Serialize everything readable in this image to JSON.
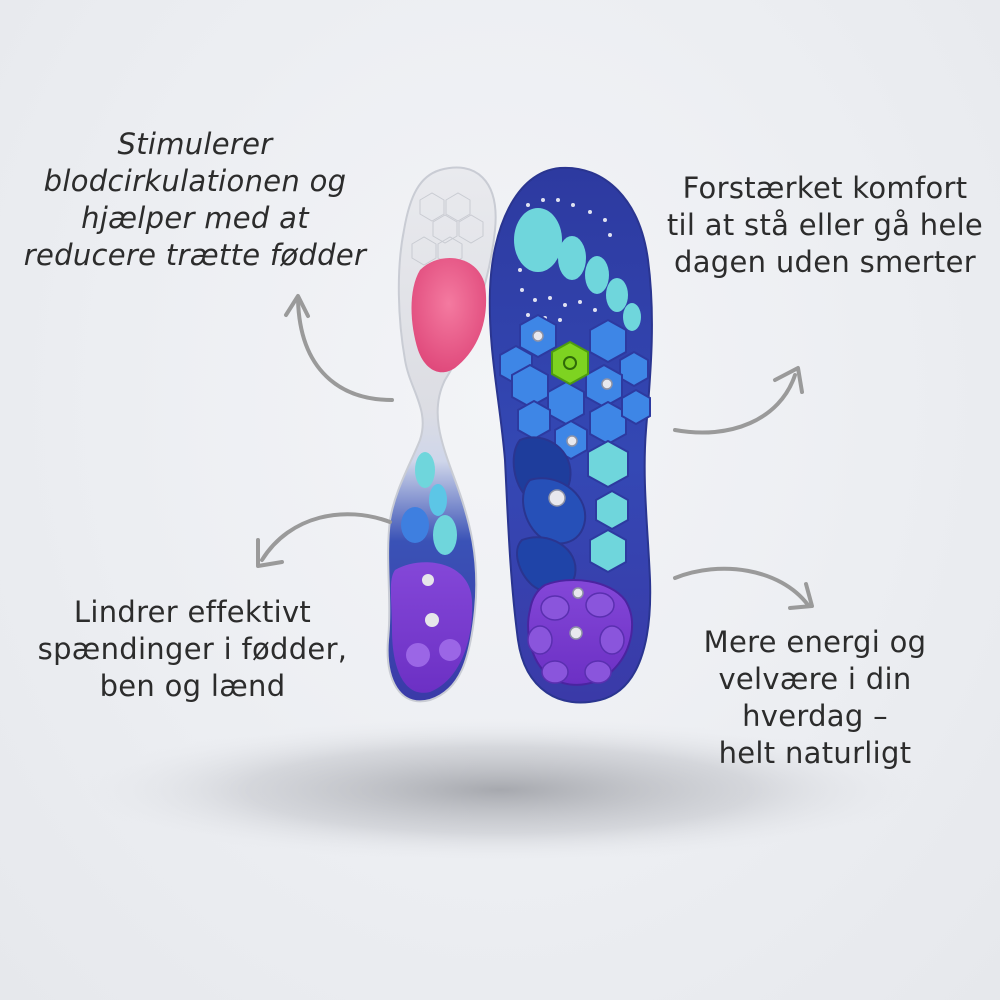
{
  "captions": {
    "top_left": {
      "lines": [
        "Stimulerer",
        "blodcirkulationen og",
        "hjælper med at",
        "reducere trætte fødder"
      ]
    },
    "top_right": {
      "lines": [
        "Forstærket komfort",
        "til at stå eller gå hele",
        "dagen uden smerter"
      ]
    },
    "bottom_left": {
      "lines": [
        "Lindrer effektivt",
        "spændinger i fødder,",
        "ben og lænd"
      ]
    },
    "bottom_right": {
      "lines": [
        "Mere energi og",
        "velvære i din",
        "hverdag –",
        "helt naturligt"
      ]
    }
  },
  "colors": {
    "insole_blue": "#2b3d9e",
    "toe_cyan": "#6fd6dc",
    "arch_blue": "#3e7fe0",
    "heel_purple": "#7a3fd0",
    "heel_pad_pink": "#ea5f8c",
    "center_accent_green": "#7ed321",
    "arrow_gray": "#9a9a9a"
  },
  "icons": [
    "curved-arrow-icon",
    "insole-image"
  ]
}
